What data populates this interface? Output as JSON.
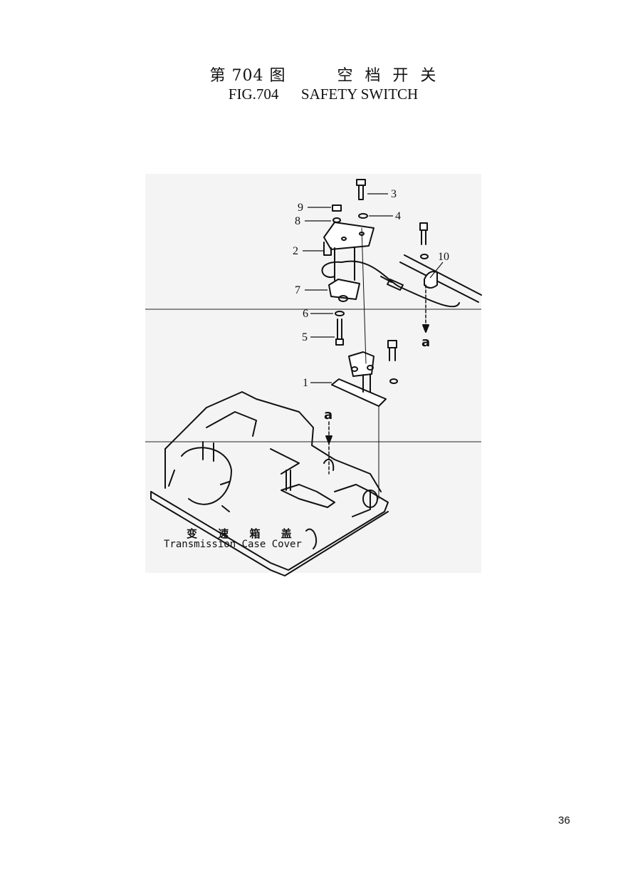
{
  "header": {
    "title_cn": "第 704 图         空  档  开  关",
    "title_en": "FIG.704      SAFETY SWITCH"
  },
  "diagram": {
    "part_labels": [
      "1",
      "2",
      "3",
      "4",
      "5",
      "6",
      "7",
      "8",
      "9",
      "10"
    ],
    "view_marker_top": "a",
    "view_marker_bottom": "a",
    "caption_cn": "变 速 箱 盖",
    "caption_en": "Transmission Case Cover"
  },
  "footer": {
    "page_number": "36"
  }
}
